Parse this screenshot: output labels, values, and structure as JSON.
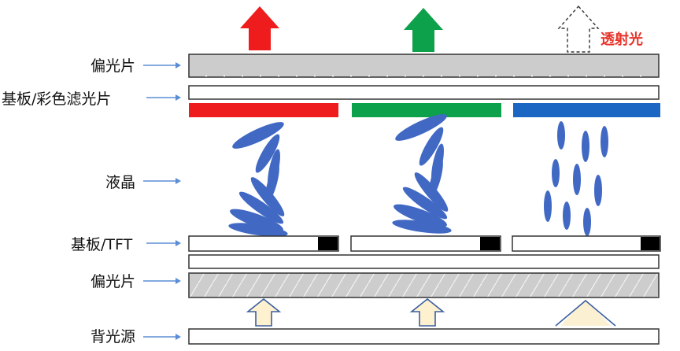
{
  "labels": {
    "top_polarizer": "偏光片",
    "color_filter_substrate": "基板/彩色滤光片",
    "liquid_crystal": "液晶",
    "tft_substrate": "基板/TFT",
    "bottom_polarizer": "偏光片",
    "backlight": "背光源",
    "transmitted_light": "透射光"
  },
  "colors": {
    "red_filter": "#ee1c1c",
    "green_filter": "#0ea14b",
    "blue_filter": "#1a66c2",
    "liquid_crystal": "#4169c4",
    "polarizer_fill": "#cccccc",
    "label_arrow": "#5b8dd6",
    "backlight_arrow_fill": "#fdf1cf",
    "backlight_arrow_stroke": "#3b5fa0",
    "transmitted_label": "#e8332a"
  },
  "icons": {
    "output_arrows": [
      "red-up-arrow-icon",
      "green-up-arrow-icon",
      "dashed-up-arrow-icon"
    ],
    "input_arrows": [
      "backlight-up-arrow-icon"
    ]
  }
}
